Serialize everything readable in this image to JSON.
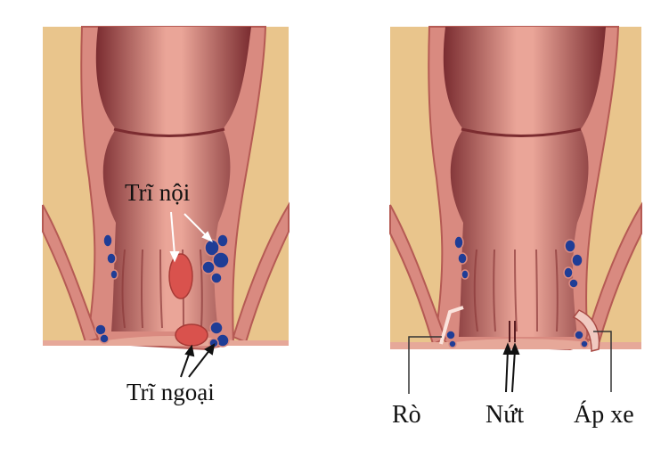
{
  "left_panel": {
    "labels": {
      "internal": "Trĩ nội",
      "external": "Trĩ ngoại"
    }
  },
  "right_panel": {
    "labels": {
      "fistula": "Rò",
      "fissure": "Nứt",
      "abscess": "Áp xe"
    }
  },
  "colors": {
    "background_tissue": "#e9c58c",
    "muscle": "#d9897e",
    "muscle_dark": "#b85b55",
    "lumen_dark": "#8a3a3a",
    "lumen_light": "#e9a79b",
    "vein_blue": "#1f3d96",
    "hemorrhoid": "#d9524d",
    "arrow": "#ffffff",
    "leader_line": "#333333"
  }
}
